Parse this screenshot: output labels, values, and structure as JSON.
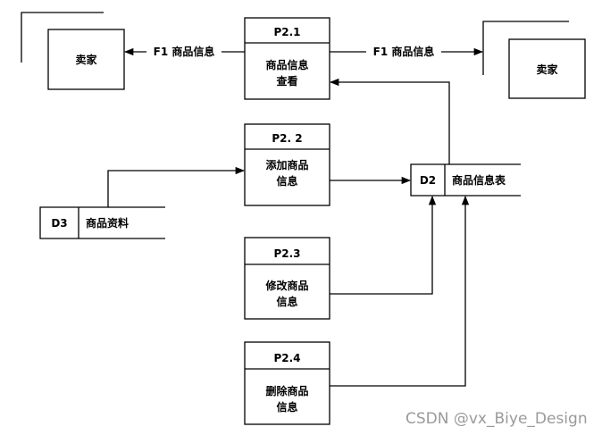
{
  "entities": {
    "seller_left": "卖家",
    "seller_right": "卖家"
  },
  "flows": {
    "f1_left": "F1 商品信息",
    "f1_right": "F1 商品信息"
  },
  "processes": [
    {
      "id": "P2.1",
      "lines": [
        "商品信息",
        "查看"
      ]
    },
    {
      "id": "P2. 2",
      "lines": [
        "添加商品",
        "信息"
      ]
    },
    {
      "id": "P2.3",
      "lines": [
        "修改商品",
        "信息"
      ]
    },
    {
      "id": "P2.4",
      "lines": [
        "删除商品",
        "信息"
      ]
    }
  ],
  "stores": [
    {
      "id": "D3",
      "name": "商品资料"
    },
    {
      "id": "D2",
      "name": "商品信息表"
    }
  ],
  "watermark": "CSDN @vx_Biye_Design"
}
